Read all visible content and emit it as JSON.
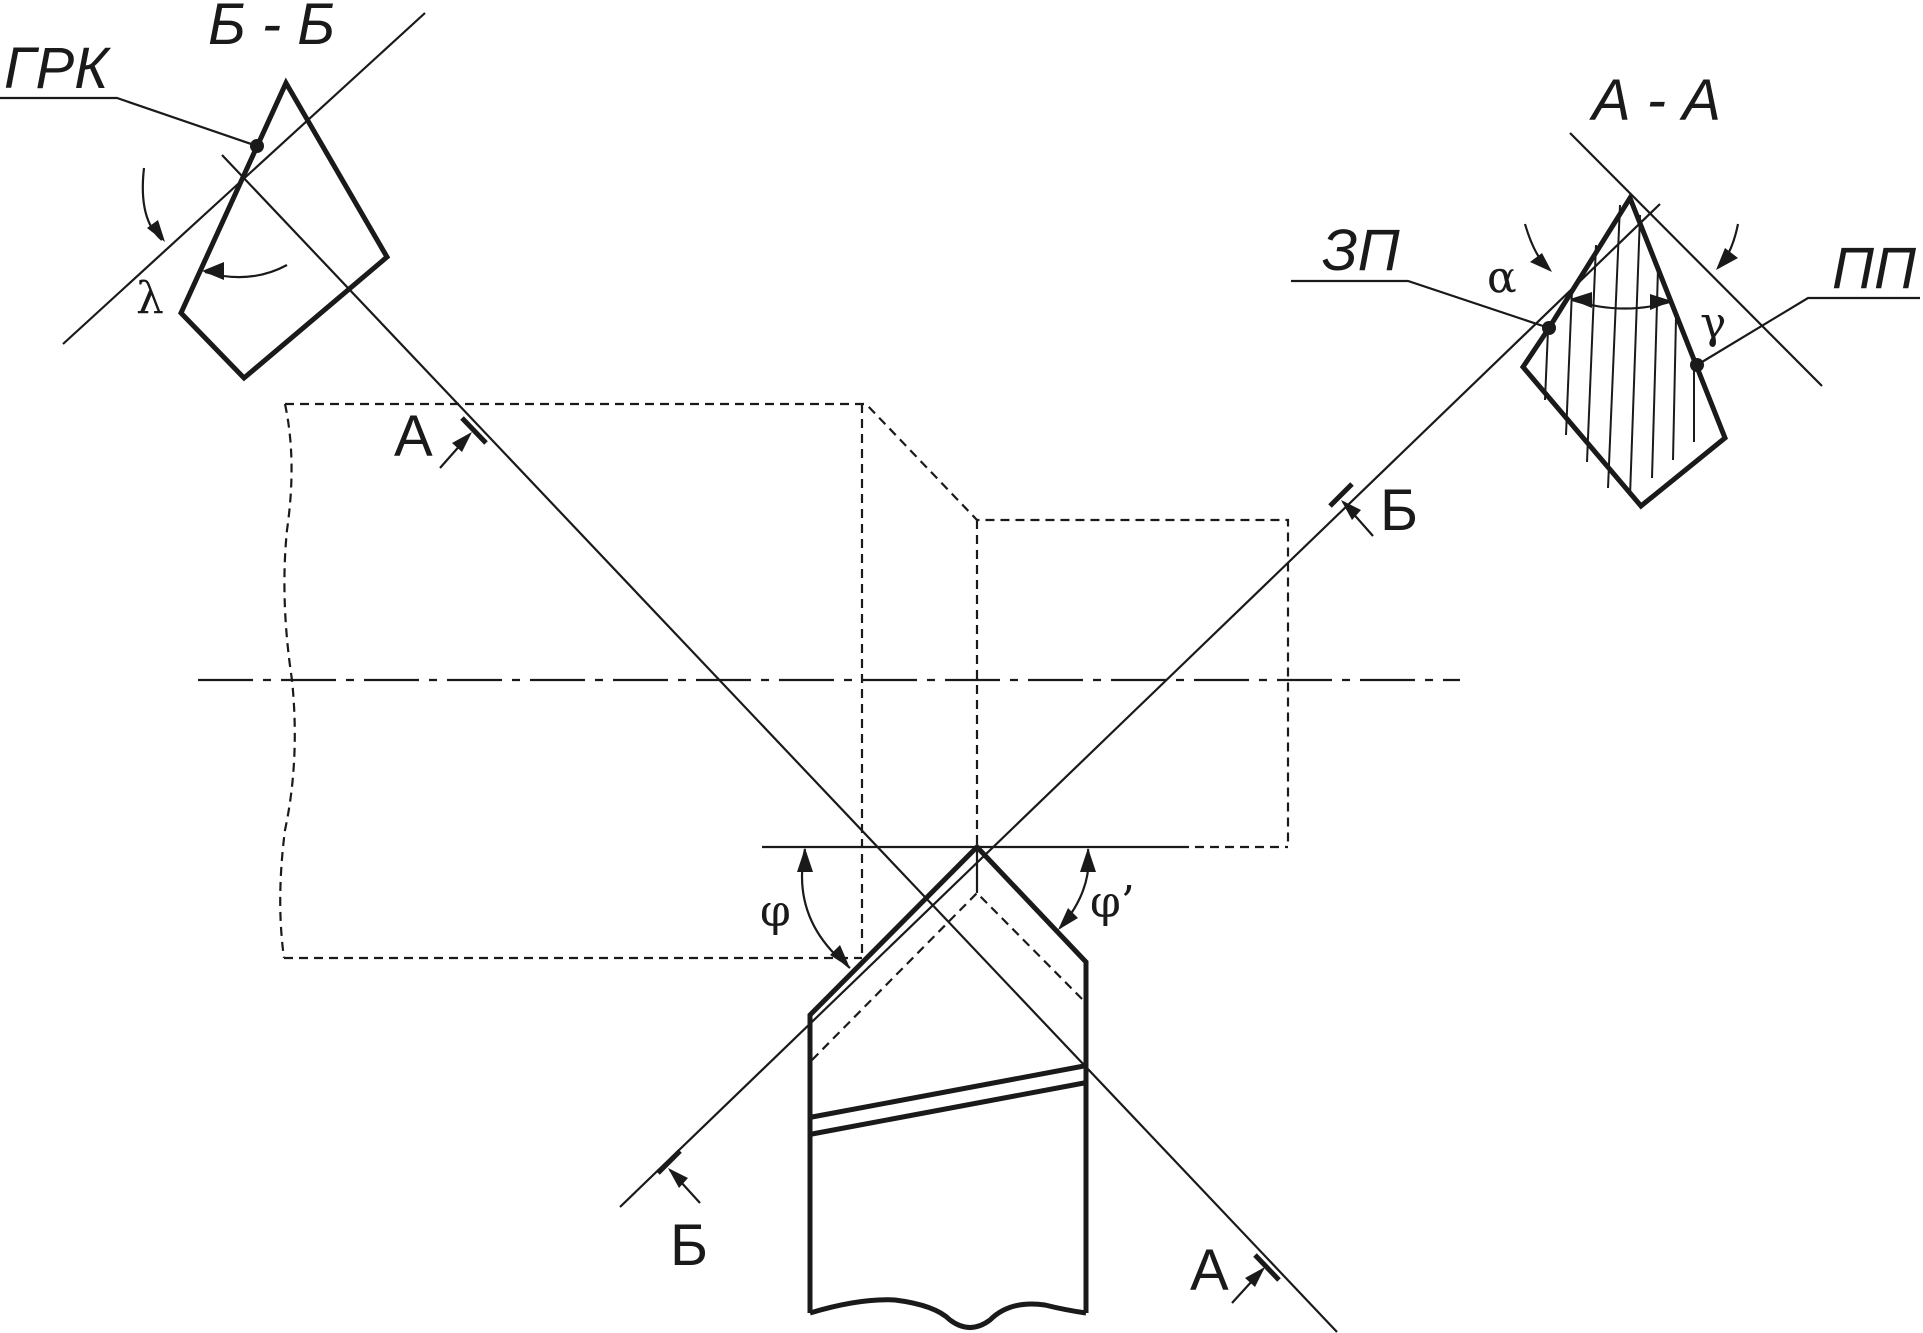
{
  "section_labels": {
    "bb_title": "Б - Б",
    "aa_title": "А - А"
  },
  "plane_labels": {
    "grk": "ГРК",
    "zp": "ЗП",
    "pp": "ПП"
  },
  "cut_markers": {
    "a_upper": "А",
    "a_lower": "А",
    "b_upper": "Б",
    "b_lower": "Б"
  },
  "angles": {
    "lambda": "λ",
    "alpha": "α",
    "gamma": "γ",
    "phi": "φ",
    "phi_prime": "φ’"
  }
}
